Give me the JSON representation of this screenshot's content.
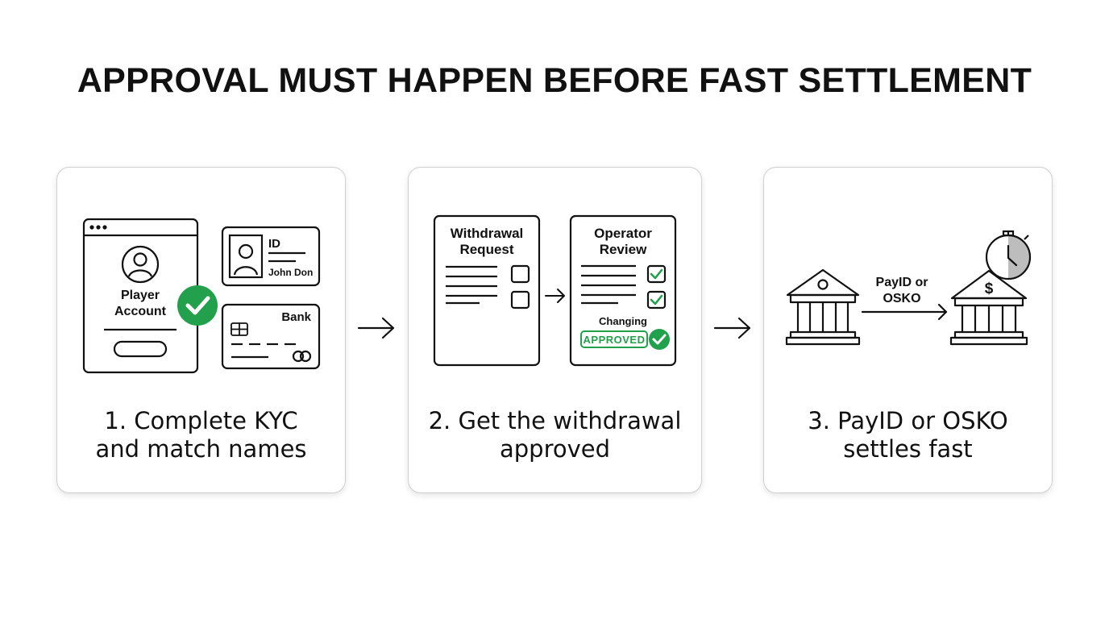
{
  "title": "APPROVAL MUST HAPPEN BEFORE FAST SETTLEMENT",
  "colors": {
    "accent_green": "#22a04b",
    "stroke": "#111111",
    "card_border": "#cfcfcf"
  },
  "steps": [
    {
      "caption_line1": "1. Complete KYC",
      "caption_line2": "and match names",
      "account_label_line1": "Player",
      "account_label_line2": "Account",
      "id_label": "ID",
      "id_name": "John Don",
      "bank_label": "Bank"
    },
    {
      "caption_line1": "2. Get the withdrawal",
      "caption_line2": "approved",
      "request_label_line1": "Withdrawal",
      "request_label_line2": "Request",
      "review_label_line1": "Operator",
      "review_label_line2": "Review",
      "status_text": "Changing",
      "stamp_text": "APPROVED"
    },
    {
      "caption_line1": "3. PayID or OSKO",
      "caption_line2": "settles fast",
      "transfer_label_line1": "PayID or",
      "transfer_label_line2": "OSKO",
      "currency_symbol": "$"
    }
  ],
  "icons": [
    "user-icon",
    "check-icon",
    "id-card-icon",
    "bank-card-icon",
    "chip-icon",
    "bank-building-icon",
    "stopwatch-icon",
    "arrow-right-icon"
  ]
}
